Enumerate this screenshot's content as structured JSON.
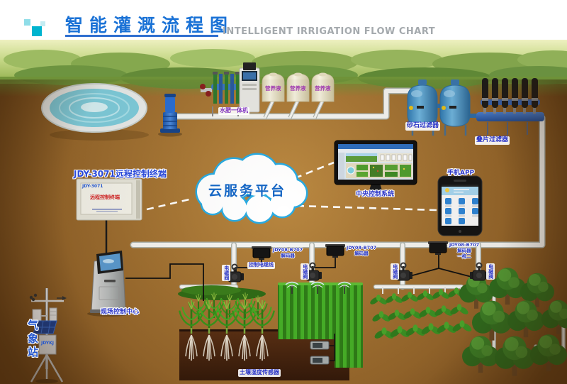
{
  "header": {
    "title_cn": "智能灌溉流程图",
    "title_en": "INTELLIGENT IRRIGATION FLOW CHART"
  },
  "cloud": {
    "label": "云服务平台"
  },
  "labels": {
    "fertigation_machine": "水肥一体机",
    "nutrient_tank": "营养液",
    "sand_filter": "砂石过滤器",
    "disc_filter": "叠片过滤器",
    "central_control": "中央控制系统",
    "mobile_app": "手机APP",
    "remote_caption": "JDY-3071远程控制终端",
    "field_center": "现场控制中心",
    "weather_station": "气象站",
    "control_cable": "控制电缆线",
    "solenoid_valve": "电磁阀",
    "soil_sensor": "土壤湿度传感器"
  },
  "decoder": {
    "model": "JDY08-B707",
    "name": "解码器",
    "mode": "一拖二"
  },
  "terminal_box": {
    "model": "JDY-3071",
    "name": "远程控制终端"
  },
  "weather": {
    "box_text": "JDYKJ"
  },
  "colors": {
    "title_blue": "#1a72d6",
    "label_blue": "#2a35c8",
    "cloud_stroke": "#29abe2",
    "deco_teal": "#00b4cf",
    "soil_brown": "#8a5d26",
    "grass_green": "#8fae4a"
  }
}
